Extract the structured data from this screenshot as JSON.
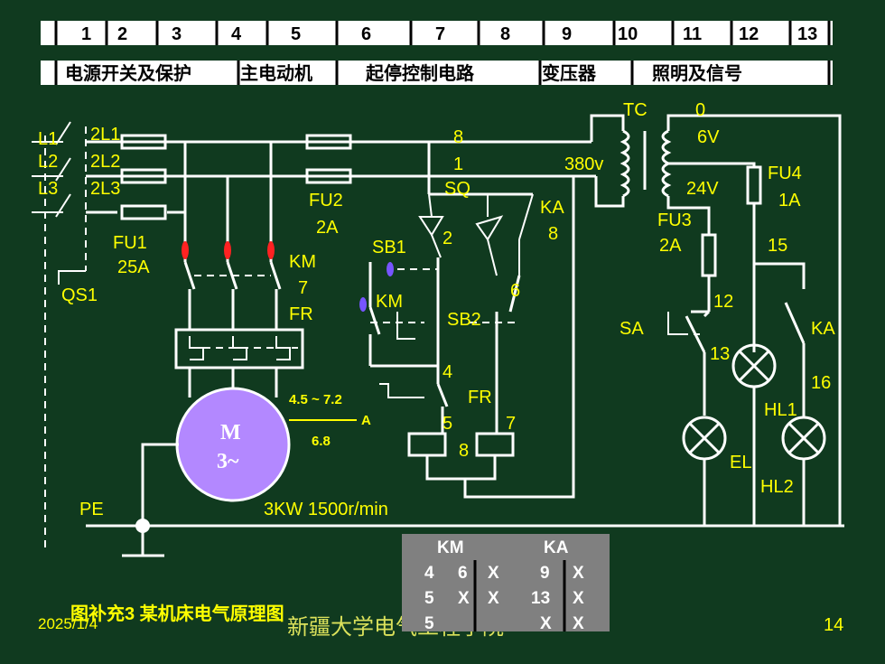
{
  "header": {
    "numbers": [
      "1",
      "2",
      "3",
      "4",
      "5",
      "6",
      "7",
      "8",
      "9",
      "10",
      "11",
      "12",
      "13"
    ],
    "sections": [
      "电源开关及保护",
      "主电动机",
      "起停控制电路",
      "变压器",
      "照明及信号"
    ]
  },
  "labels": {
    "L1": "L1",
    "L2": "L2",
    "L3": "L3",
    "L1b": "2L1",
    "L2b": "2L2",
    "L3b": "2L3",
    "FU1": "FU1",
    "FU1_rating": "25A",
    "QS1": "QS1",
    "FU2": "FU2",
    "FU2_rating": "2A",
    "KM": "KM",
    "n7": "7",
    "FR": "FR",
    "SB1": "SB1",
    "KM_c": "KM",
    "SB2": "SB2",
    "SQ": "SQ",
    "KA": "KA",
    "n8": "8",
    "n1": "1",
    "n2": "2",
    "n8b": "8",
    "n6": "6",
    "n4": "4",
    "n5": "5",
    "n7b": "7",
    "n8c": "8",
    "FR2": "FR",
    "range": "4.5 ~ 7.2",
    "range_unit": "A",
    "range_set": "6.8",
    "M": "M",
    "M_phase": "3~",
    "PE": "PE",
    "motor_spec": "3KW   1500r/min",
    "TC": "TC",
    "v380": "380v",
    "n0": "0",
    "v6": "6V",
    "v24": "24V",
    "FU3": "FU3",
    "FU3_rating": "2A",
    "FU4": "FU4",
    "FU4_rating": "1A",
    "n15": "15",
    "n12": "12",
    "n13": "13",
    "n16": "16",
    "SA": "SA",
    "KA2": "KA",
    "HL1": "HL1",
    "HL2": "HL2",
    "EL": "EL"
  },
  "table": {
    "col1": "KM",
    "col2": "KA",
    "rows": [
      [
        "4",
        "6",
        "X",
        "9",
        "X"
      ],
      [
        "5",
        "X",
        "X",
        "13",
        "X"
      ],
      [
        "5",
        "",
        "",
        "X",
        "X"
      ]
    ]
  },
  "footer": {
    "date": "2025/1/4",
    "caption": "图补充3  某机床电气原理图",
    "watermark": "新疆大学电气工程学院",
    "page": "14"
  },
  "colors": {
    "background": "#103a1f",
    "text": "#ffff00",
    "wire": "#ffffff",
    "motor": "#b388ff",
    "table_bg": "#808080"
  }
}
